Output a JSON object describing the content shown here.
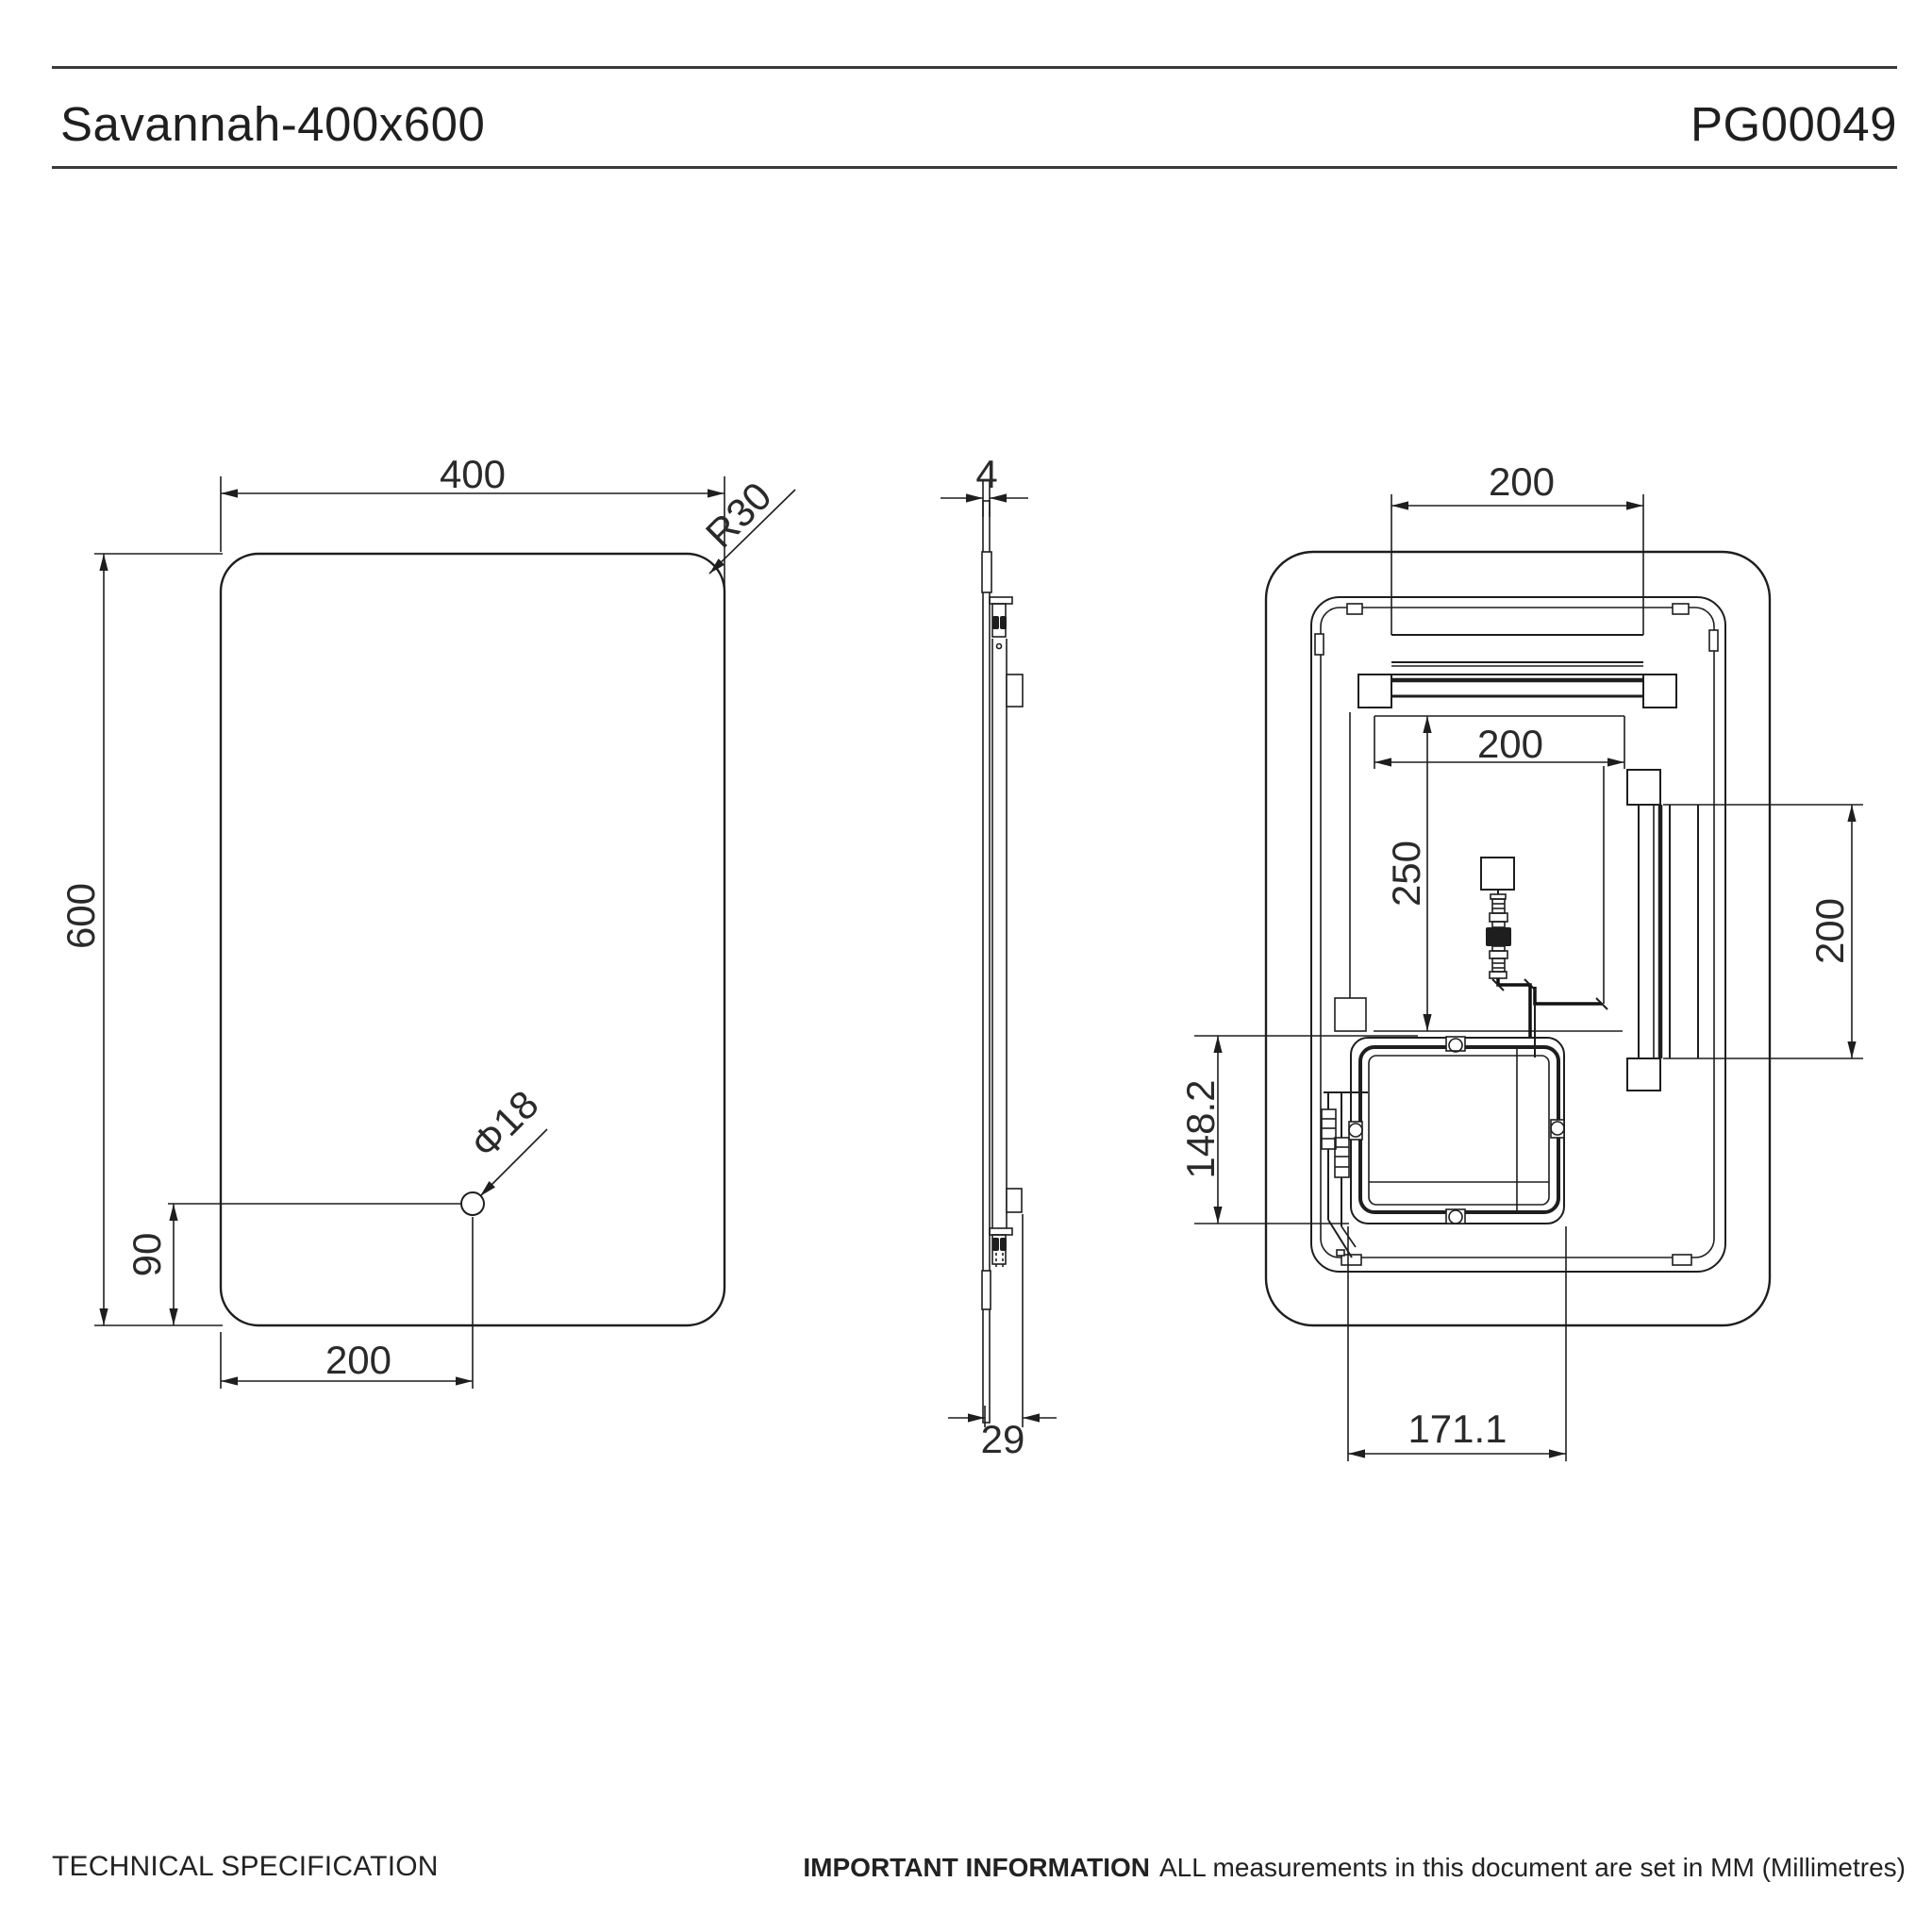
{
  "colors": {
    "line": "#1e1e1e",
    "text": "#2a2a2a",
    "rule": "#3a3a3a",
    "background": "#ffffff"
  },
  "header": {
    "title": "Savannah-400x600",
    "code": "PG00049"
  },
  "footer": {
    "left": "TECHNICAL SPECIFICATION",
    "right_bold": "IMPORTANT INFORMATION",
    "right_text": "ALL measurements in this document are set in MM (Millimetres)"
  },
  "views": {
    "front": {
      "width": "400",
      "height": "600",
      "corner_radius": "R30",
      "hole_diameter": "Φ18",
      "hole_offset_bottom": "90",
      "hole_offset_left": "200"
    },
    "side": {
      "glass_thickness": "4",
      "total_depth": "29"
    },
    "rear": {
      "led_top_length": "200",
      "cable_offset_x": "200",
      "cable_offset_y": "250",
      "led_right_length": "200",
      "driver_height": "148.2",
      "driver_width": "171.1"
    }
  }
}
